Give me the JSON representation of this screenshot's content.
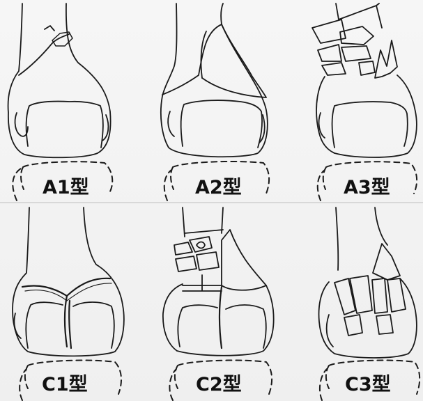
{
  "panels": [
    {
      "id": "a1",
      "label": "A1型"
    },
    {
      "id": "a2",
      "label": "A2型"
    },
    {
      "id": "a3",
      "label": "A3型"
    },
    {
      "id": "c1",
      "label": "C1型"
    },
    {
      "id": "c2",
      "label": "C2型"
    },
    {
      "id": "c3",
      "label": "C3型"
    }
  ],
  "colors": {
    "background": "#f2f2f2",
    "line": "#1a1a1a"
  }
}
